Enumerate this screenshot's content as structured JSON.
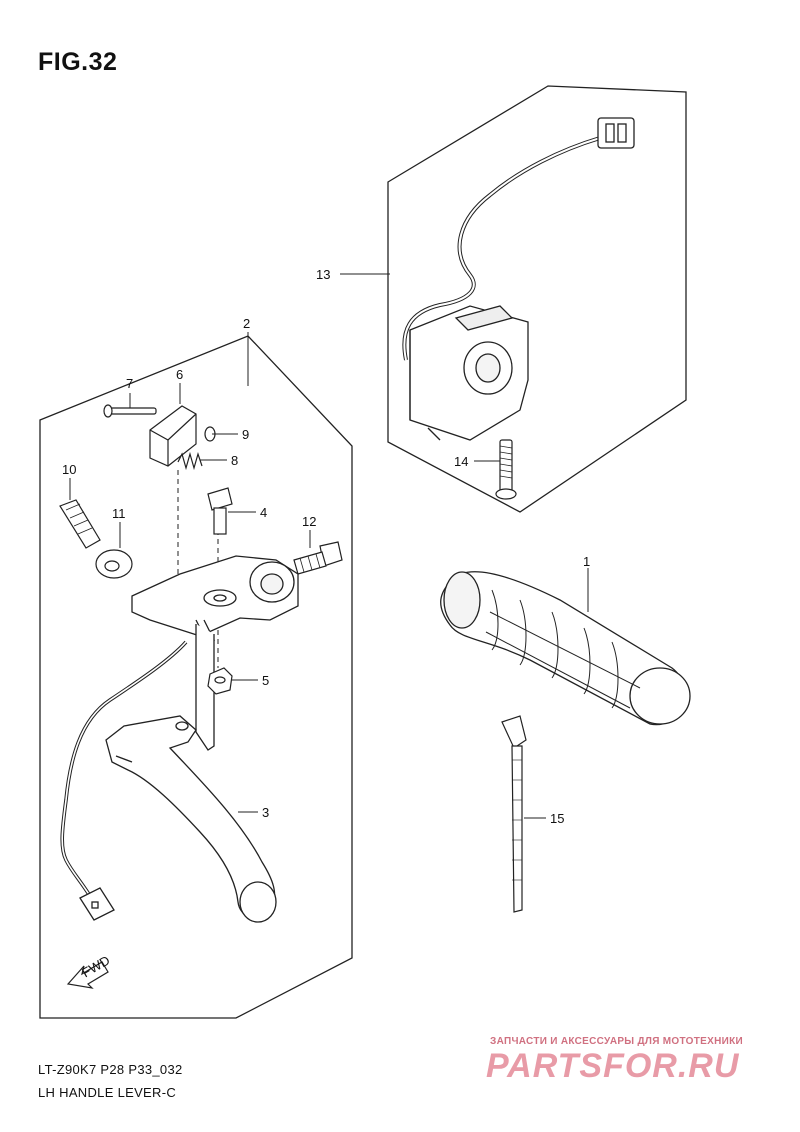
{
  "title": "FIG.32",
  "callouts": {
    "c1": "1",
    "c2": "2",
    "c3": "3",
    "c4": "4",
    "c5": "5",
    "c6": "6",
    "c7": "7",
    "c8": "8",
    "c9": "9",
    "c10": "10",
    "c11": "11",
    "c12": "12",
    "c13": "13",
    "c14": "14",
    "c15": "15"
  },
  "fwd_label": "FWD",
  "footer": {
    "code": "LT-Z90K7 P28 P33_032",
    "name": "LH HANDLE LEVER-C"
  },
  "watermark": {
    "tagline": "ЗАПЧАСТИ И АКСЕССУАРЫ ДЛЯ МОТОТЕХНИКИ",
    "brand": "PARTSFOR.RU"
  },
  "colors": {
    "line": "#222222",
    "watermark": "#e58a98"
  }
}
